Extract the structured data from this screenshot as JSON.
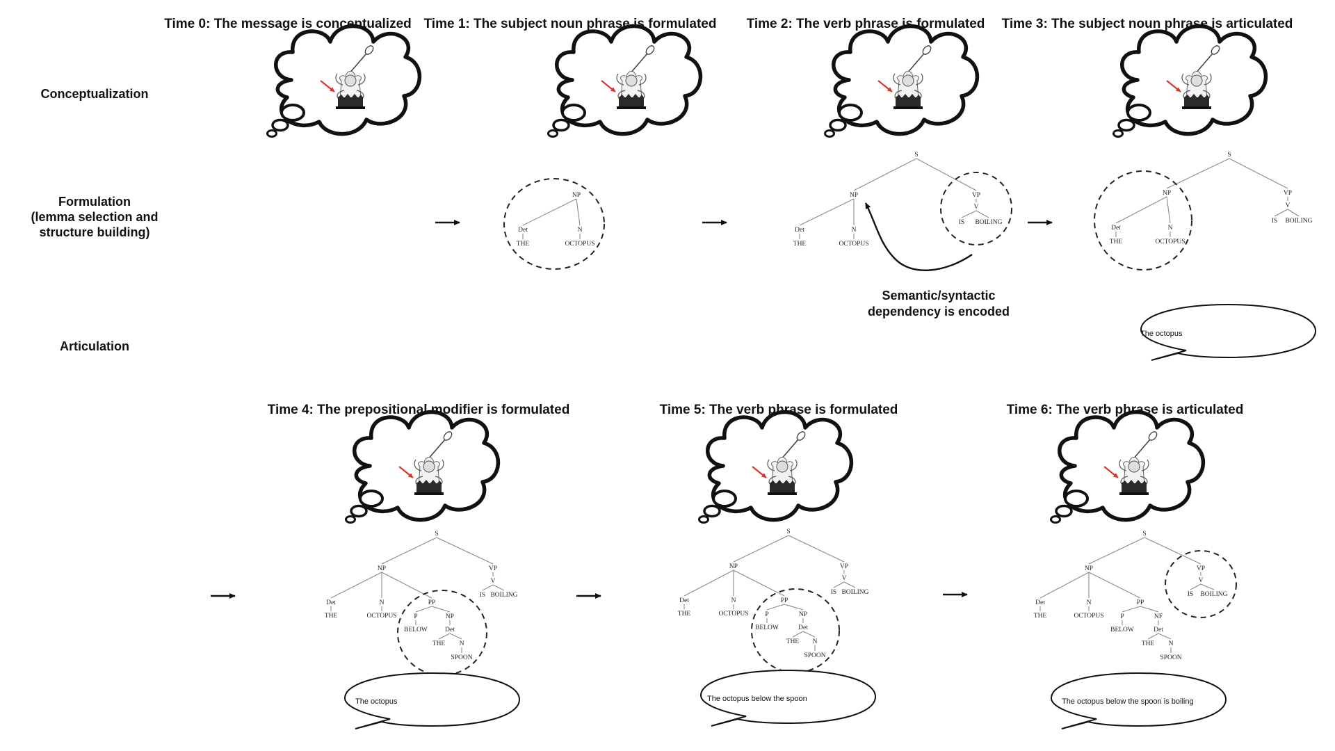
{
  "row_labels": {
    "conceptualization": "Conceptualization",
    "formulation": [
      "Formulation",
      "(lemma selection and",
      "structure building)"
    ],
    "articulation": "Articulation"
  },
  "panels": [
    {
      "title": "Time 0: The message is conceptualized"
    },
    {
      "title": "Time 1: The subject noun phrase is formulated"
    },
    {
      "title": "Time 2: The verb phrase is formulated"
    },
    {
      "title": "Time 3: The subject noun phrase is articulated",
      "speech": "The octopus"
    },
    {
      "title": "Time 4: The prepositional modifier is formulated",
      "speech": "The octopus"
    },
    {
      "title": "Time 5: The verb phrase is formulated",
      "speech": "The octopus below the spoon"
    },
    {
      "title": "Time 6: The verb phrase is articulated",
      "speech": "The octopus below the spoon is boiling"
    }
  ],
  "annotation": [
    "Semantic/syntactic",
    "dependency is encoded"
  ],
  "tree_labels": {
    "s": "S",
    "np": "NP",
    "vp": "VP",
    "v": "V",
    "pp": "PP",
    "p": "P",
    "det": "Det",
    "n": "N",
    "nf": "NF",
    "the": "THE",
    "octopus": "OCTOPUS",
    "is": "IS",
    "boiling": "BOILING",
    "below": "BELOW",
    "spoon": "SPOON"
  },
  "colors": {
    "ink": "#111111",
    "branch": "#8a8a8a",
    "thought_arrow": "#d9352b"
  },
  "icons": [
    "thought-cloud-icon",
    "spoon-icon",
    "octopus-icon",
    "pot-icon",
    "speech-bubble-icon",
    "right-arrow-icon"
  ]
}
